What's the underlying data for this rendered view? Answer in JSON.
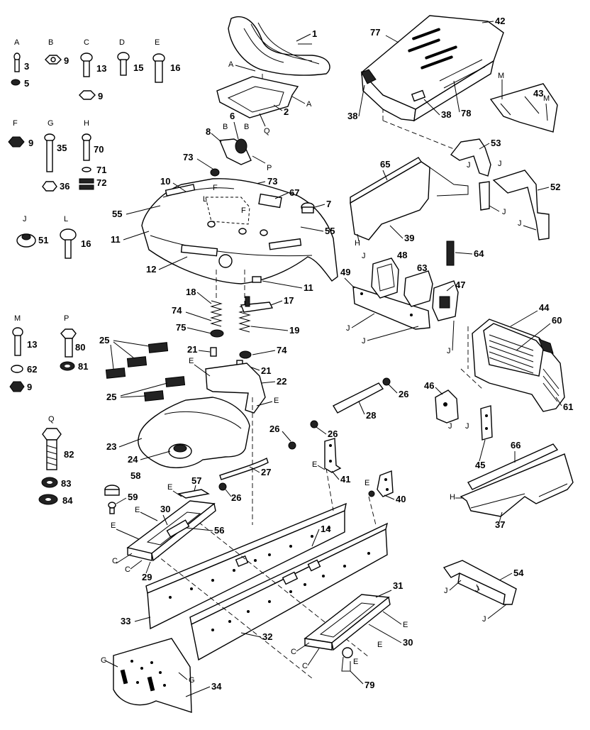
{
  "diagram": {
    "hardware_letters": {
      "A": "A",
      "B": "B",
      "C": "C",
      "D": "D",
      "E": "E",
      "F": "F",
      "G": "G",
      "H": "H",
      "J": "J",
      "L": "L",
      "M": "M",
      "P": "P",
      "Q": "Q"
    },
    "hardware_numbers": {
      "n3": "3",
      "n5": "5",
      "n9a": "9",
      "n13a": "13",
      "n9b": "9",
      "n15": "15",
      "n16a": "16",
      "n9c": "9",
      "n35": "35",
      "n70": "70",
      "n71": "71",
      "n36": "36",
      "n72": "72",
      "n51": "51",
      "n16b": "16",
      "n13b": "13",
      "n62": "62",
      "n9d": "9",
      "n80": "80",
      "n81": "81",
      "n82": "82",
      "n83": "83",
      "n84": "84"
    },
    "callout_numbers": {
      "c1": "1",
      "c2": "2",
      "c6": "6",
      "c8": "8",
      "c7": "7",
      "c10": "10",
      "c11a": "11",
      "c11b": "11",
      "c12": "12",
      "c14": "14",
      "c17": "17",
      "c18": "18",
      "c19": "19",
      "c21a": "21",
      "c21b": "21",
      "c22": "22",
      "c23": "23",
      "c24": "24",
      "c25a": "25",
      "c25b": "25",
      "c26a": "26",
      "c26b": "26",
      "c26c": "26",
      "c26d": "26",
      "c27": "27",
      "c28": "28",
      "c29": "29",
      "c30a": "30",
      "c30b": "30",
      "c31": "31",
      "c32": "32",
      "c33": "33",
      "c34": "34",
      "c37": "37",
      "c38a": "38",
      "c38b": "38",
      "c39": "39",
      "c40": "40",
      "c41": "41",
      "c42": "42",
      "c43": "43",
      "c44": "44",
      "c45": "45",
      "c46": "46",
      "c47": "47",
      "c48": "48",
      "c49": "49",
      "c52": "52",
      "c53": "53",
      "c54": "54",
      "c55a": "55",
      "c55b": "55",
      "c56": "56",
      "c57": "57",
      "c58": "58",
      "c59": "59",
      "c60": "60",
      "c61": "61",
      "c63": "63",
      "c64": "64",
      "c65": "65",
      "c66": "66",
      "c67": "67",
      "c73a": "73",
      "c73b": "73",
      "c74a": "74",
      "c74b": "74",
      "c75": "75",
      "c77": "77",
      "c78": "78",
      "c79": "79"
    },
    "callout_letters": {
      "A1": "A",
      "A2": "A",
      "B1": "B",
      "B2": "B",
      "Q1": "Q",
      "P1": "P",
      "L1": "L",
      "F1": "F",
      "F2": "F",
      "E1": "E",
      "E2": "E",
      "E3": "E",
      "E4": "E",
      "E5": "E",
      "E6": "E",
      "E7": "E",
      "E8": "E",
      "E9": "E",
      "C1": "C",
      "C2": "C",
      "C3": "C",
      "C4": "C",
      "G1": "G",
      "G2": "G",
      "H1": "H",
      "H2": "H",
      "J1": "J",
      "J2": "J",
      "J3": "J",
      "J4": "J",
      "J5": "J",
      "J6": "J",
      "J7": "J",
      "J8": "J",
      "J9": "J",
      "J10": "J",
      "J11": "J",
      "J12": "J",
      "J13": "J",
      "M1": "M",
      "M2": "M"
    }
  }
}
